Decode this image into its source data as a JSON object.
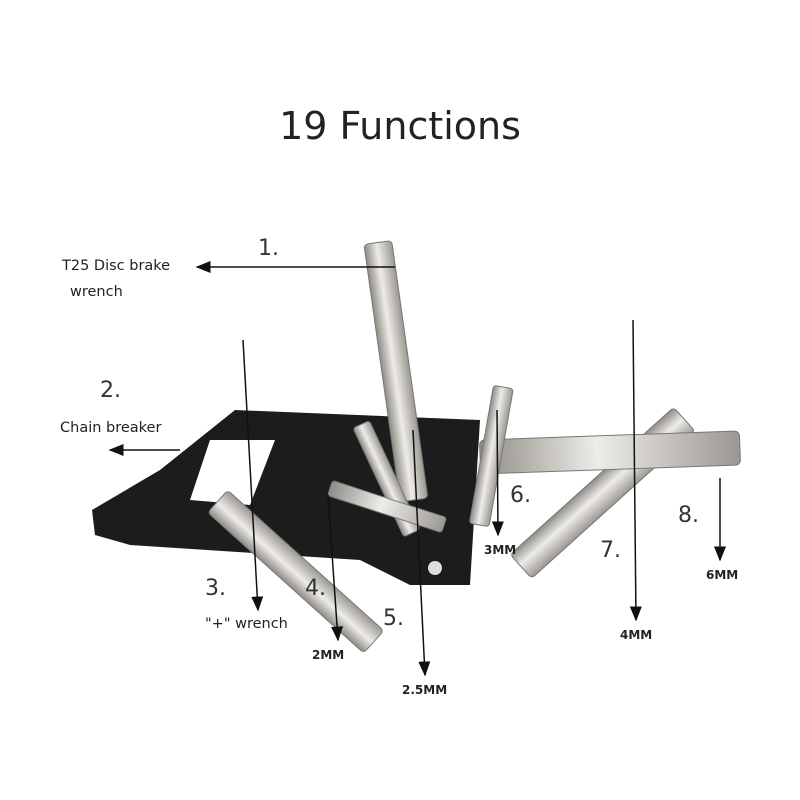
{
  "title": "19 Functions",
  "callouts": [
    {
      "number": "1.",
      "label": "T25 Disc brake",
      "label2": "wrench"
    },
    {
      "number": "2.",
      "label": "Chain breaker"
    },
    {
      "number": "3.",
      "label": "\"+\" wrench"
    },
    {
      "number": "4.",
      "label": "2MM"
    },
    {
      "number": "5.",
      "label": "2.5MM"
    },
    {
      "number": "6.",
      "label": "3MM"
    },
    {
      "number": "7.",
      "label": "4MM"
    },
    {
      "number": "8.",
      "label": "6MM"
    }
  ],
  "colors": {
    "frame": "#1c1c1c",
    "steel": "#c9c6c0",
    "line": "#111111"
  }
}
